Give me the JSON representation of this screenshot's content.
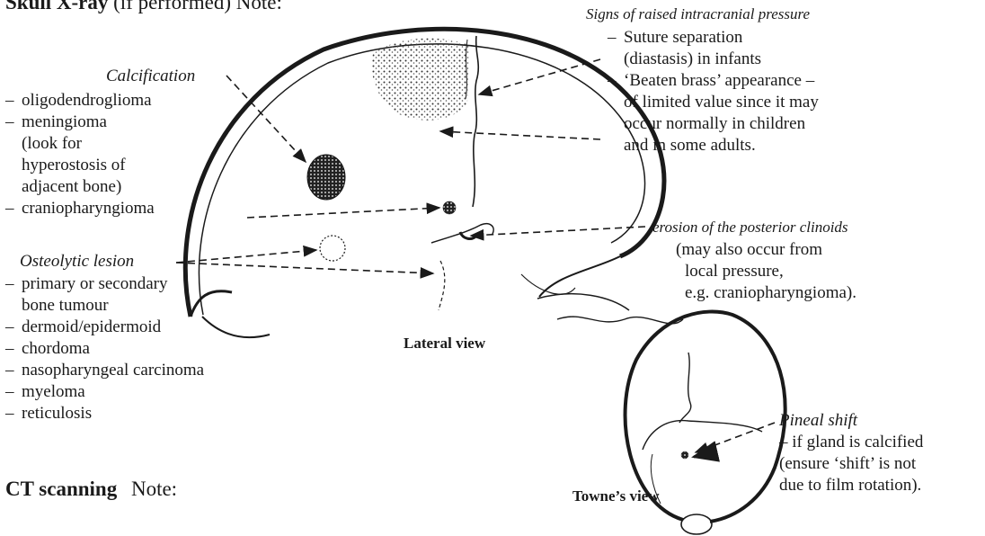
{
  "heading": {
    "title": "Skull X-ray",
    "rest": "(if performed) Note:"
  },
  "calcification": {
    "title": "Calcification",
    "items": [
      {
        "dash": "–",
        "text": "oligodendroglioma"
      },
      {
        "dash": "–",
        "text": "meningioma"
      },
      {
        "dash": "",
        "text": "(look for"
      },
      {
        "dash": "",
        "text": "hyperostosis of"
      },
      {
        "dash": "",
        "text": "adjacent bone)"
      },
      {
        "dash": "–",
        "text": "craniopharyngioma"
      }
    ]
  },
  "osteolytic": {
    "title": "Osteolytic lesion",
    "items": [
      {
        "dash": "–",
        "text": "primary or secondary"
      },
      {
        "dash": "",
        "text": "bone tumour"
      },
      {
        "dash": "–",
        "text": "dermoid/epidermoid"
      },
      {
        "dash": "–",
        "text": "chordoma"
      },
      {
        "dash": "–",
        "text": "nasopharyngeal carcinoma"
      },
      {
        "dash": "–",
        "text": "myeloma"
      },
      {
        "dash": "–",
        "text": "reticulosis"
      }
    ]
  },
  "icp": {
    "title": "Signs of raised intracranial pressure",
    "items": [
      {
        "dash": "–",
        "text": "Suture separation"
      },
      {
        "dash": "",
        "text": "(diastasis) in infants"
      },
      {
        "dash": "–",
        "text": "‘Beaten brass’ appearance –"
      },
      {
        "dash": "",
        "text": "of limited value since it may"
      },
      {
        "dash": "",
        "text": "occur normally in children"
      },
      {
        "dash": "",
        "text": "and in some adults."
      }
    ]
  },
  "clinoids": {
    "title": "erosion of the posterior clinoids",
    "lines": [
      "(may also occur from",
      "local pressure,",
      "e.g. craniopharyngioma)."
    ]
  },
  "lateral_view_label": "Lateral view",
  "townes_view_label": "Towne’s view",
  "pineal": {
    "title": "Pineal shift",
    "lines": [
      "– if gland is calcified",
      "(ensure ‘shift’ is not",
      "due to film rotation)."
    ]
  },
  "ct": {
    "title": "CT scanning",
    "rest": "Note:"
  }
}
